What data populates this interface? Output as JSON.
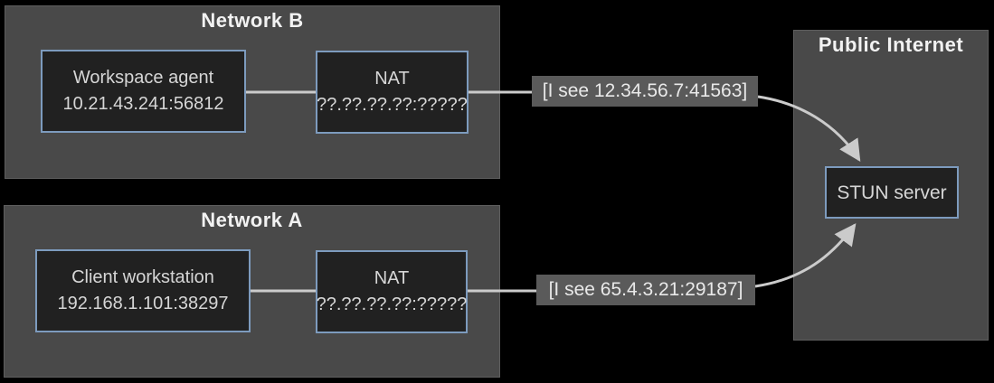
{
  "diagram": {
    "clusters": {
      "network_b": {
        "title": "Network B"
      },
      "network_a": {
        "title": "Network A"
      },
      "public_internet": {
        "title": "Public Internet"
      }
    },
    "nodes": {
      "workspace_agent": {
        "line1": "Workspace agent",
        "line2": "10.21.43.241:56812"
      },
      "nat_b": {
        "line1": "NAT",
        "line2": "??.??.??.??:?????"
      },
      "client_workstation": {
        "line1": "Client workstation",
        "line2": "192.168.1.101:38297"
      },
      "nat_a": {
        "line1": "NAT",
        "line2": "??.??.??.??:?????"
      },
      "stun_server": {
        "label": "STUN server"
      }
    },
    "edge_labels": {
      "stun_sees_b": "[I see 12.34.56.7:41563]",
      "stun_sees_a": "[I see 65.4.3.21:29187]"
    },
    "colors": {
      "background": "#000000",
      "cluster_fill": "#494949",
      "cluster_border": "#5e5e5e",
      "node_fill": "#212121",
      "node_border": "#7d9bbe",
      "node_text": "#d6d6d6",
      "title_text": "#f2f2f2",
      "edge": "#cbcbcb",
      "edge_label_bg": "#5a5a5a",
      "edge_label_text": "#e9e9e9"
    }
  }
}
